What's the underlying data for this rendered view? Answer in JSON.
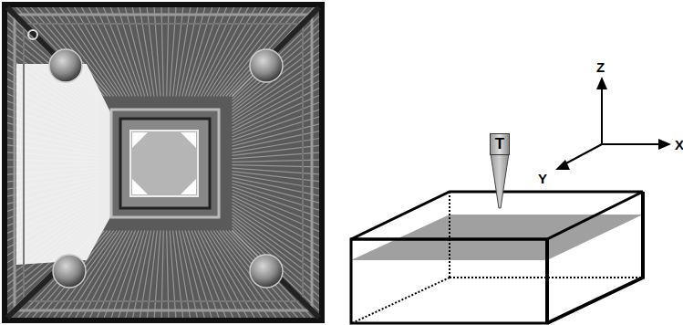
{
  "diagram": {
    "nodes": [
      {
        "text": [
          "T"
        ]
      }
    ],
    "labels": [
      "Z",
      "Y",
      "X"
    ]
  }
}
